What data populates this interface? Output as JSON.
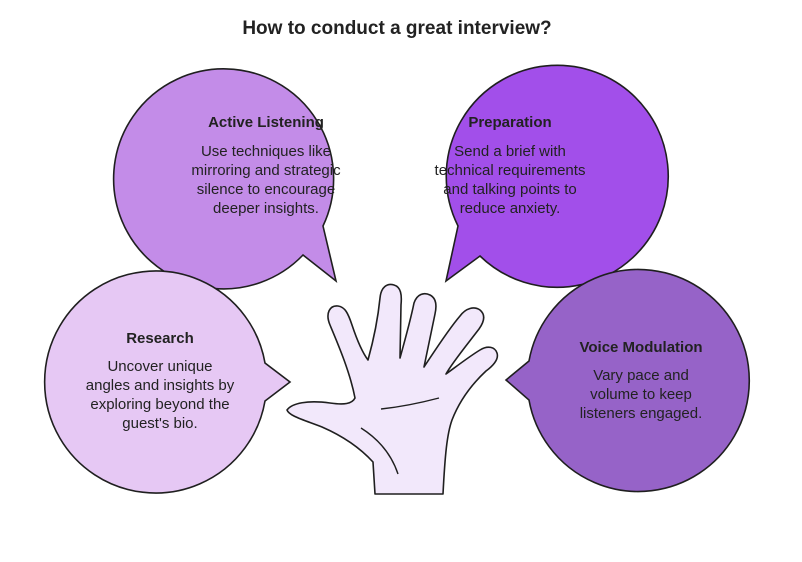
{
  "title": "How to conduct a great interview?",
  "colors": {
    "active_listening": "#C38CE8",
    "preparation": "#A24FEA",
    "research": "#E6C8F4",
    "voice_modulation": "#9663C8",
    "hand": "#F2E8FB",
    "outline": "#1f1f1f"
  },
  "bubbles": {
    "active_listening": {
      "title": "Active Listening",
      "lines": [
        "Use techniques like",
        "mirroring and strategic",
        "silence to encourage",
        "deeper insights."
      ]
    },
    "preparation": {
      "title": "Preparation",
      "lines": [
        "Send a brief with",
        "technical requirements",
        "and talking points to",
        "reduce anxiety."
      ]
    },
    "research": {
      "title": "Research",
      "lines": [
        "Uncover unique",
        "angles and insights by",
        "exploring beyond the",
        "guest's bio."
      ]
    },
    "voice_modulation": {
      "title": "Voice Modulation",
      "lines": [
        "Vary pace and",
        "volume to keep",
        "listeners engaged."
      ]
    }
  }
}
